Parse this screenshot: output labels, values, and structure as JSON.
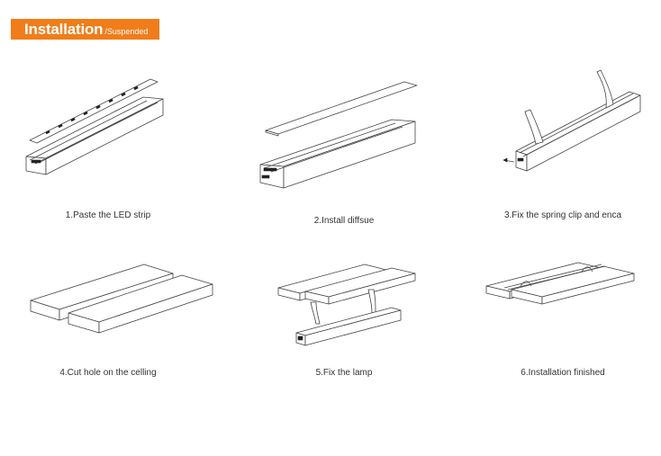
{
  "header": {
    "title": "Installation",
    "subtitle": "/Suspended",
    "accent_color": "#f07d19"
  },
  "steps": [
    {
      "caption": "1.Paste the LED strip"
    },
    {
      "caption": "2.Install diffsue"
    },
    {
      "caption": "3.Fix the spring clip and enca"
    },
    {
      "caption": "4.Cut hole on the celling"
    },
    {
      "caption": "5.Fix the lamp"
    },
    {
      "caption": "6.Installation finished"
    }
  ]
}
